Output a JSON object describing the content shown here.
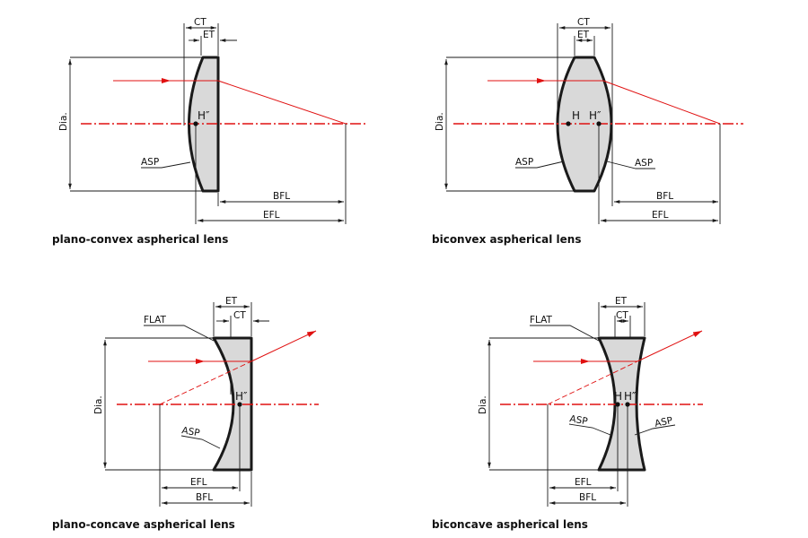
{
  "colors": {
    "axis": "#e01010",
    "lens_fill": "#d9d9d9",
    "outline": "#1a1a1a"
  },
  "labels": {
    "ct": "CT",
    "et": "ET",
    "dia": "Dia.",
    "asp": "ASP",
    "flat": "FLAT",
    "bfl": "BFL",
    "efl": "EFL",
    "h": "H",
    "h_prime": "H″"
  },
  "diagrams": [
    {
      "id": "plano-convex",
      "caption": "plano-convex aspherical lens"
    },
    {
      "id": "biconvex",
      "caption": "biconvex aspherical lens"
    },
    {
      "id": "plano-concave",
      "caption": "plano-concave aspherical lens"
    },
    {
      "id": "biconcave",
      "caption": "biconcave aspherical lens"
    }
  ]
}
